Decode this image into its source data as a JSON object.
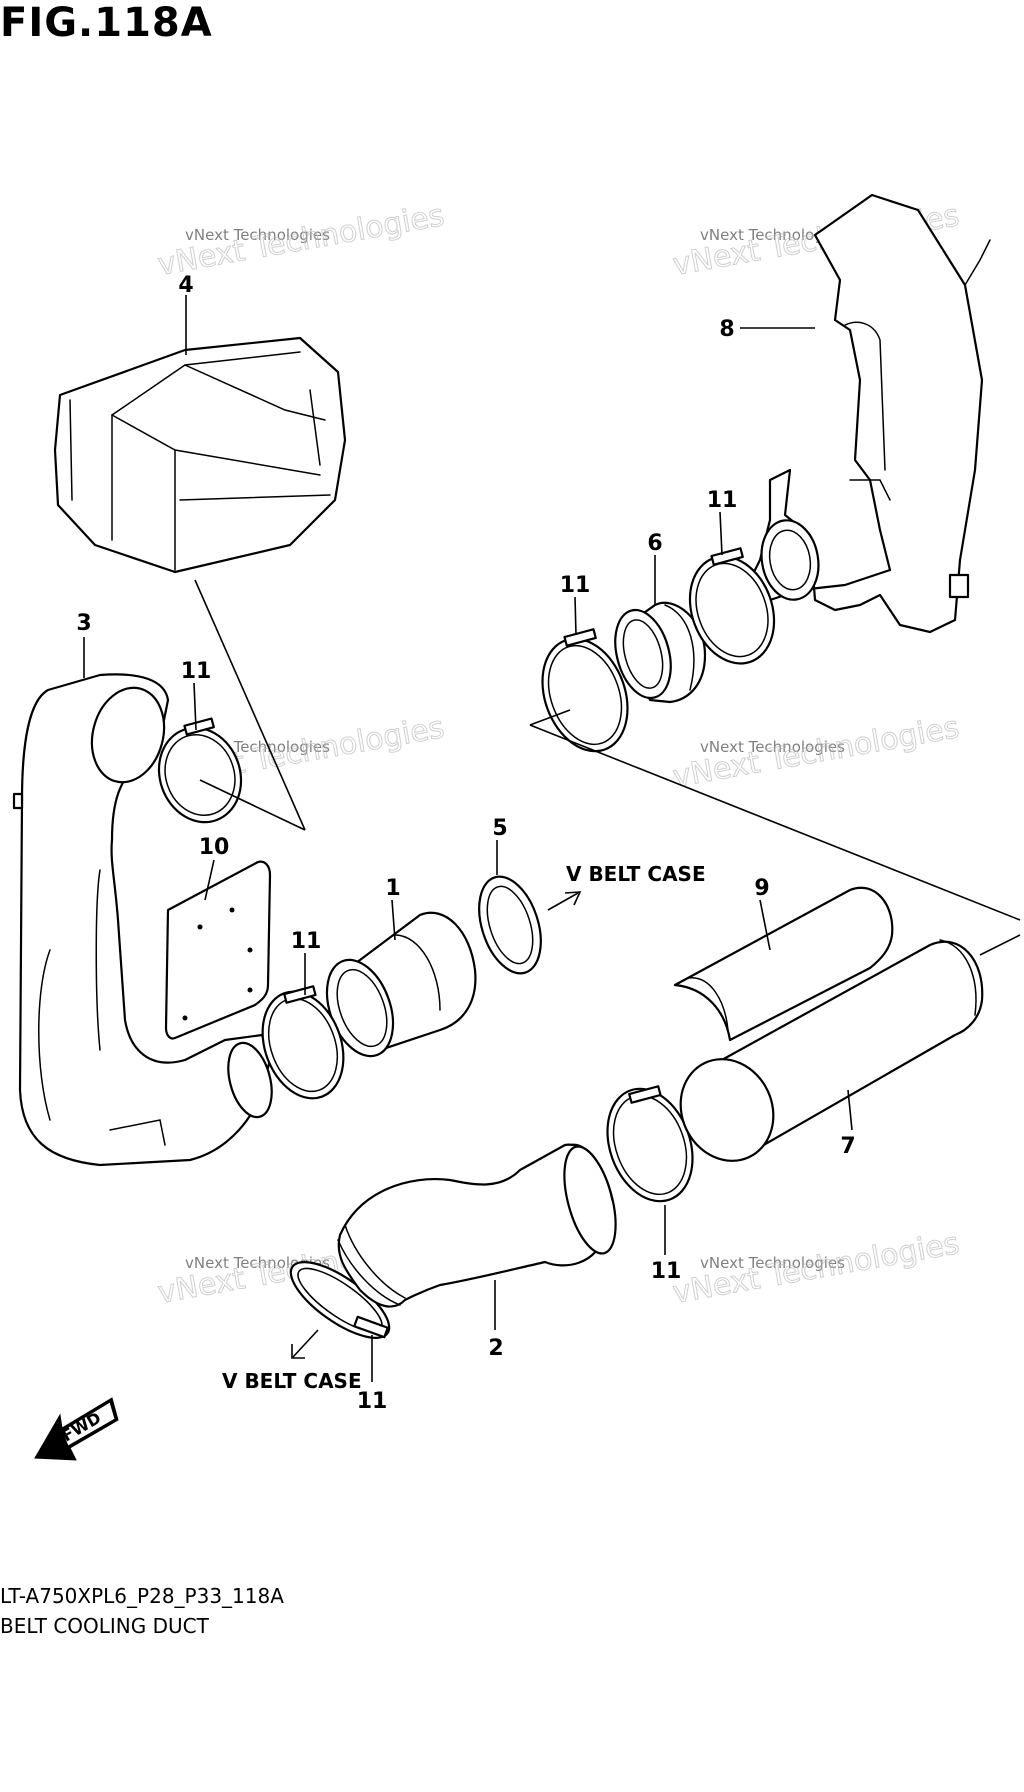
{
  "figure": {
    "title": "FIG.118A"
  },
  "diagram": {
    "code": "LT-A750XPL6_P28_P33_118A",
    "description": "BELT COOLING DUCT"
  },
  "callouts": {
    "v_belt_case_top": "V BELT CASE",
    "v_belt_case_bottom": "V BELT CASE",
    "fwd": "FWD"
  },
  "watermark": {
    "line1": "vNext Technologies",
    "line2": "vNext Technologies"
  },
  "part_numbers": {
    "p1": "1",
    "p2": "2",
    "p3": "3",
    "p4": "4",
    "p5": "5",
    "p6": "6",
    "p7": "7",
    "p8": "8",
    "p9": "9",
    "p10": "10",
    "p11a": "11",
    "p11b": "11",
    "p11c": "11",
    "p11d": "11",
    "p11e": "11",
    "p11f": "11"
  }
}
